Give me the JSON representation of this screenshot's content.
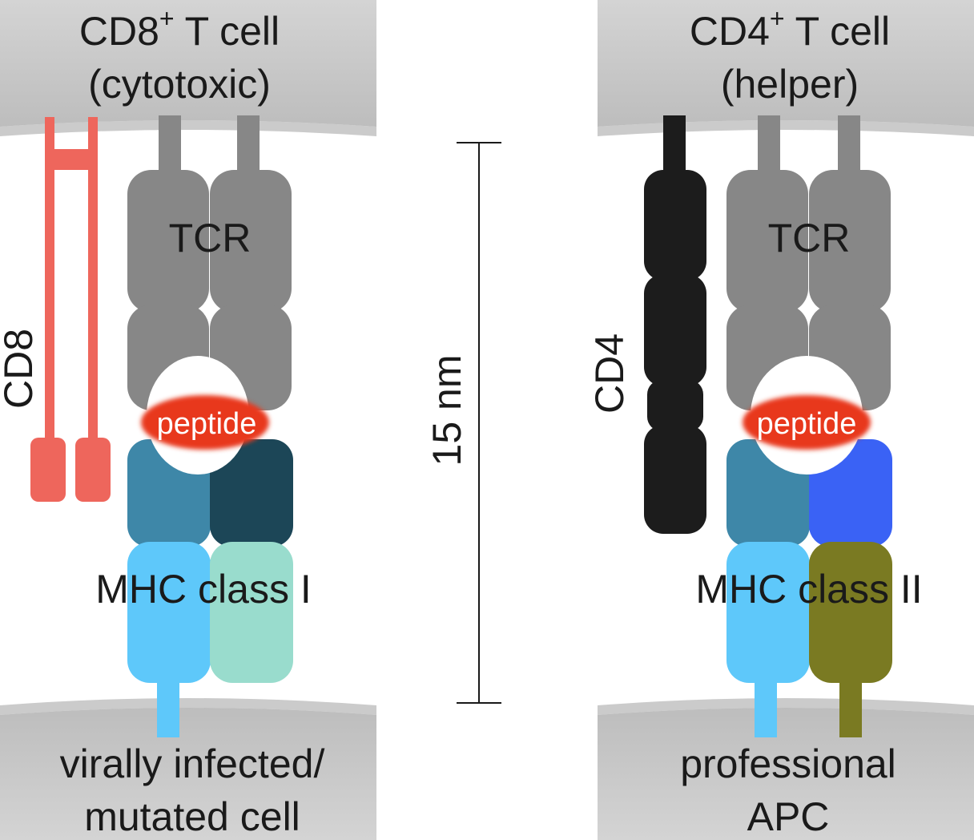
{
  "left": {
    "cell_top": {
      "name": "CD8",
      "sup": "+",
      "suffix": " T cell",
      "line2": "(cytotoxic)"
    },
    "coreceptor": "CD8",
    "tcr": "TCR",
    "peptide": "peptide",
    "mhc": "MHC class I",
    "cell_bottom": {
      "line1": "virally infected/",
      "line2": "mutated cell"
    }
  },
  "right": {
    "cell_top": {
      "name": "CD4",
      "sup": "+",
      "suffix": " T cell",
      "line2": "(helper)"
    },
    "coreceptor": "CD4",
    "tcr": "TCR",
    "peptide": "peptide",
    "mhc": "MHC class II",
    "cell_bottom": {
      "line1": "professional",
      "line2": "APC"
    }
  },
  "scale": {
    "label": "15 nm"
  },
  "colors": {
    "membrane": "#cfcfcf",
    "tcr": "#878787",
    "cd8": "#ee665c",
    "cd4": "#1c1c1c",
    "peptide": "#e8391f",
    "mhc1_alpha12": "#3e87a8",
    "mhc1_alpha3": "#1c4657",
    "mhc1_light": "#5ec8fa",
    "b2m": "#99dccd",
    "mhc2_beta1": "#3a62f5",
    "mhc2_beta2": "#7a7a22"
  }
}
